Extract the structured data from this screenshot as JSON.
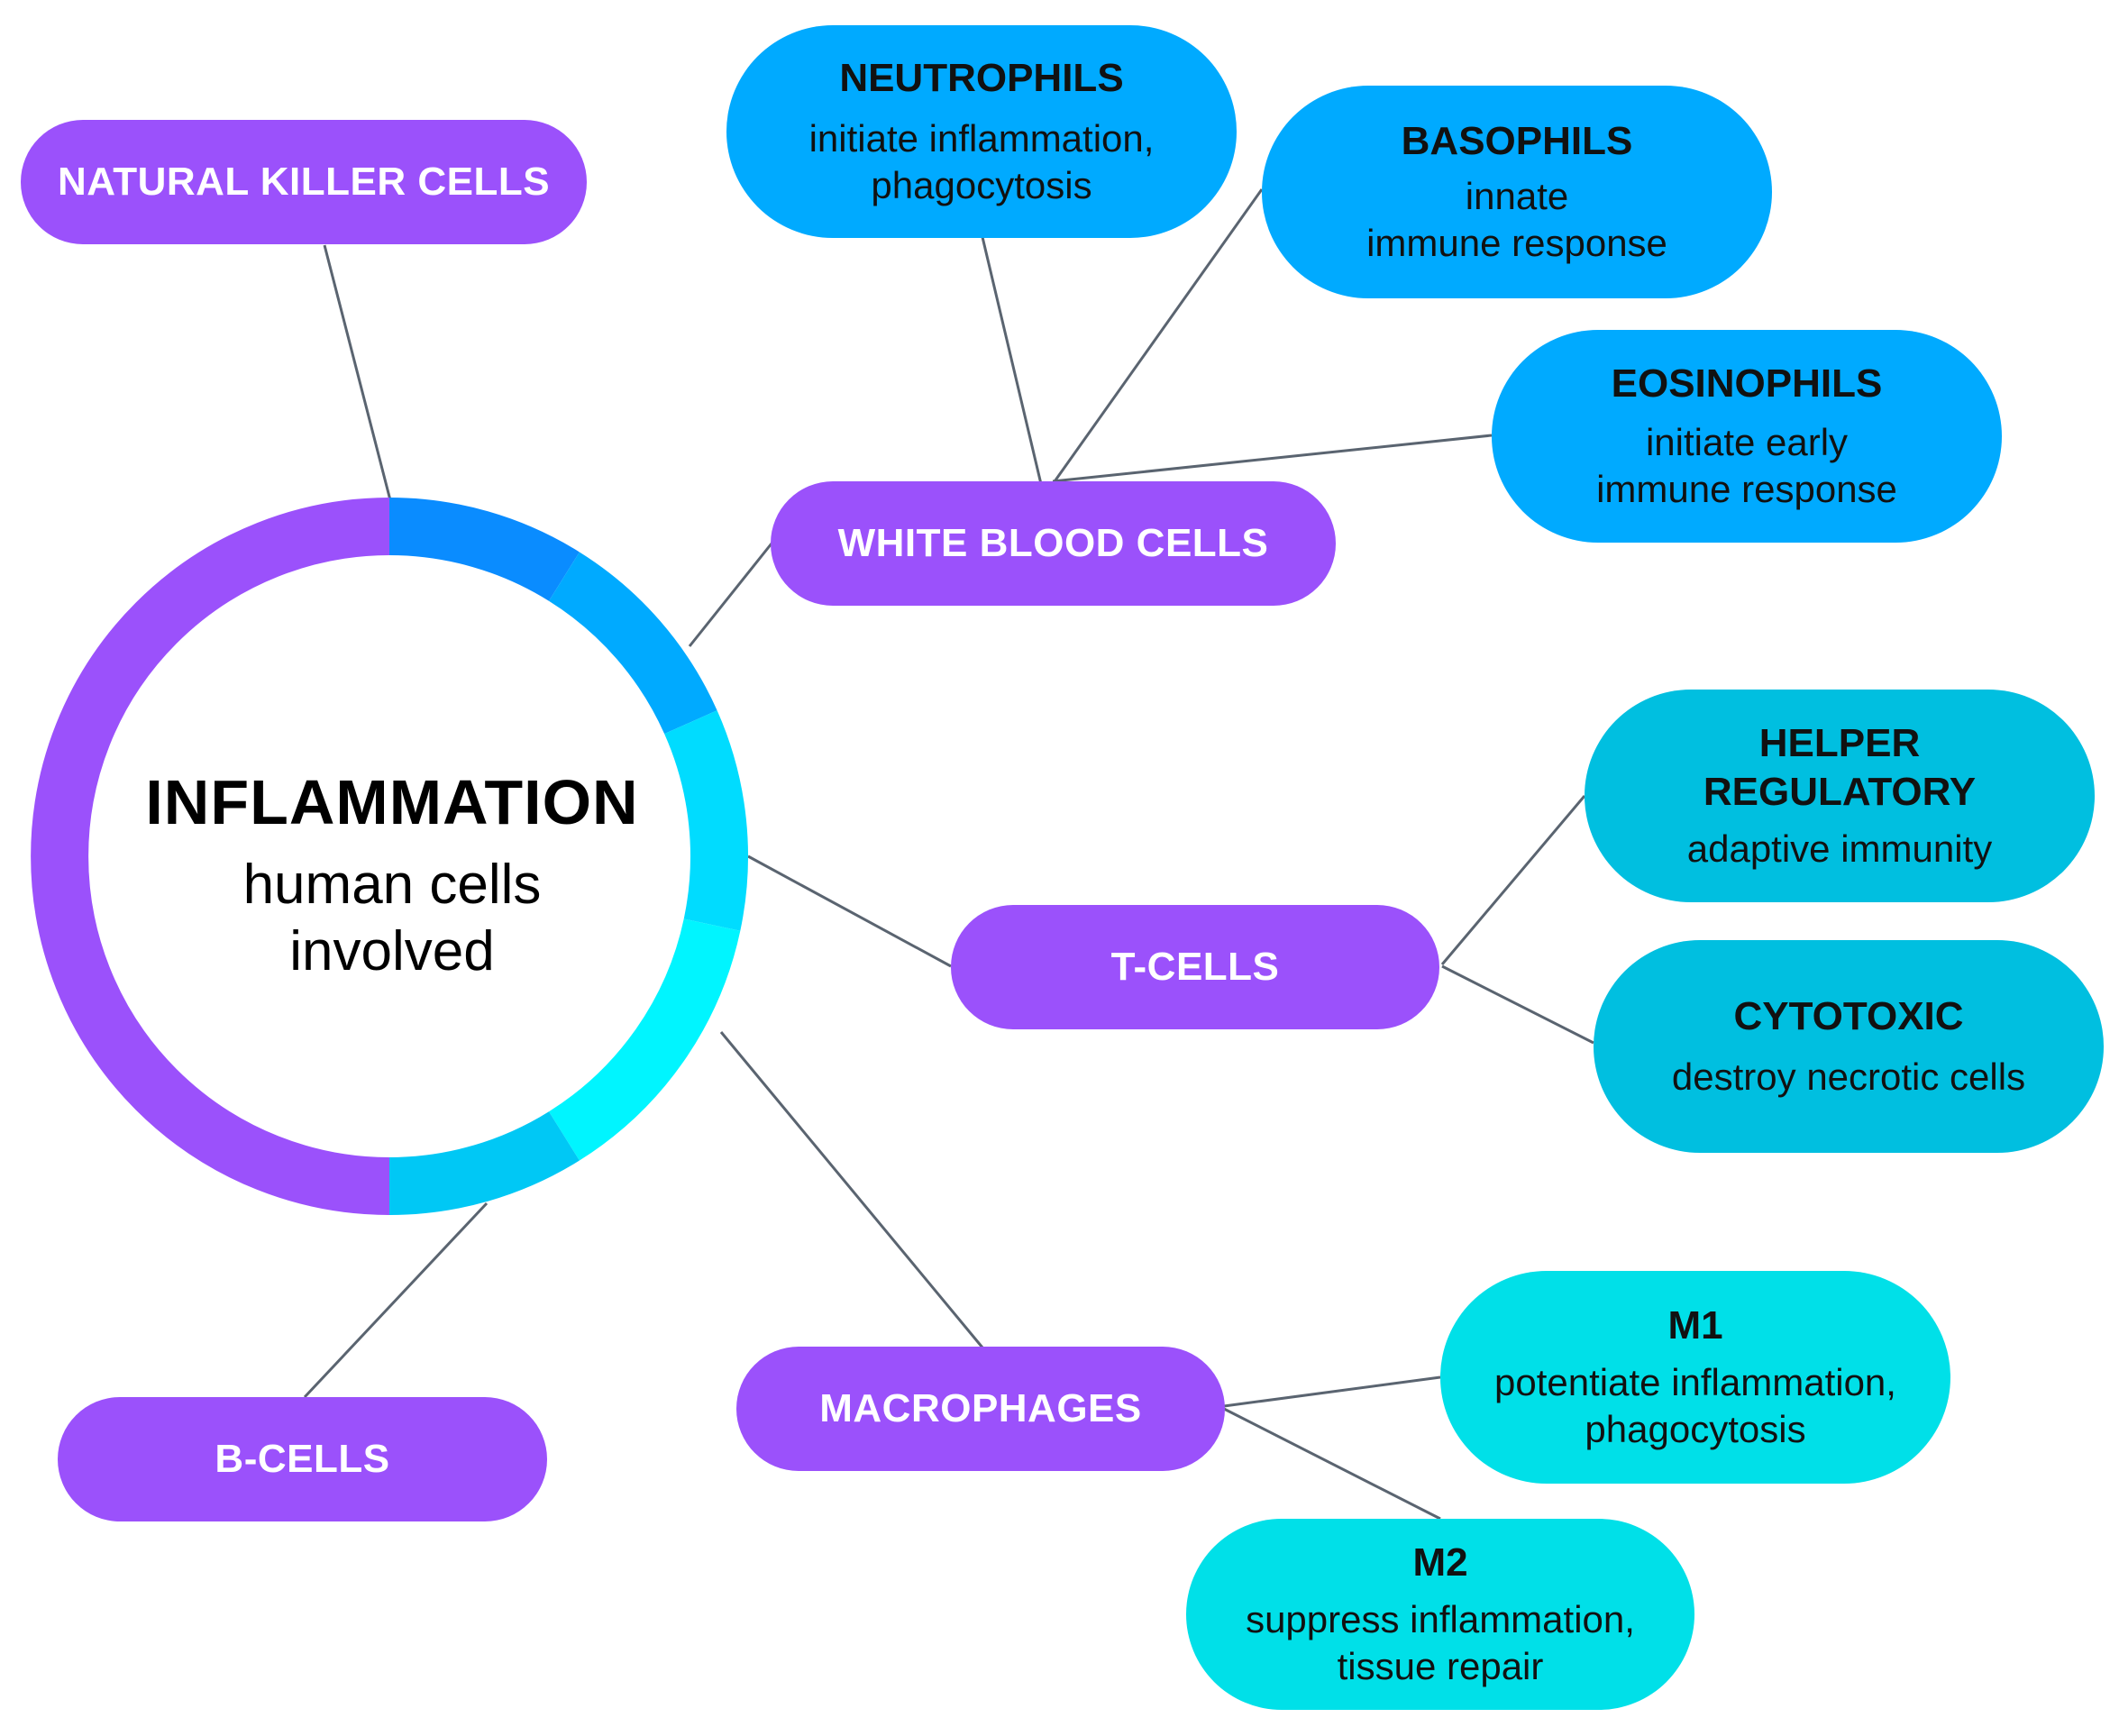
{
  "center": {
    "title": "INFLAMMATION",
    "subtitle_line1": "human cells",
    "subtitle_line2": "involved"
  },
  "categories": {
    "nk": "NATURAL KILLER CELLS",
    "wbc": "WHITE BLOOD CELLS",
    "tcells": "T-CELLS",
    "macrophages": "MACROPHAGES",
    "bcells": "B-CELLS"
  },
  "white_blood_cells": {
    "neutrophils": {
      "title": "NEUTROPHILS",
      "line1": "initiate inflammation,",
      "line2": "phagocytosis"
    },
    "basophils": {
      "title": "BASOPHILS",
      "line1": "innate",
      "line2": "immune response"
    },
    "eosinophils": {
      "title": "EOSINOPHILS",
      "line1": "initiate early",
      "line2": "immune response"
    }
  },
  "t_cells": {
    "helper": {
      "title1": "HELPER",
      "title2": "REGULATORY",
      "line1": "adaptive immunity"
    },
    "cytotoxic": {
      "title": "CYTOTOXIC",
      "line1": "destroy necrotic cells"
    }
  },
  "macrophage_types": {
    "m1": {
      "title": "M1",
      "line1": "potentiate inflammation,",
      "line2": "phagocytosis"
    },
    "m2": {
      "title": "M2",
      "line1": "suppress inflammation,",
      "line2": "tissue repair"
    }
  },
  "colors": {
    "category": "#9b51fb",
    "ring_purple": "#9b51fb",
    "ring_blue_dark": "#0a8cff",
    "ring_blue": "#00aaff",
    "ring_cyan": "#00dcff",
    "ring_aqua": "#00f5ff",
    "ring_sky": "#00c8f5",
    "connector": "#5a6470"
  }
}
